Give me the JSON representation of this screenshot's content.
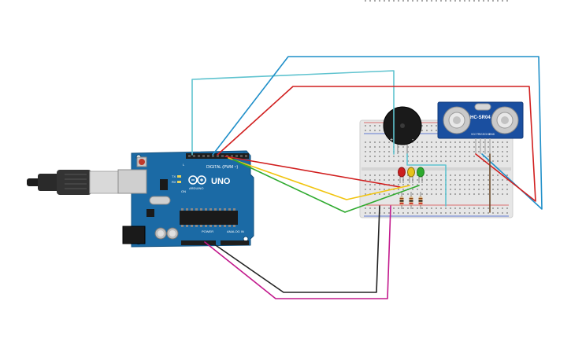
{
  "arduino": {
    "model": "UNO",
    "brand": "ARDUINO",
    "header_digital": "DIGITAL (PWM ~)",
    "header_power": "POWER",
    "header_analog": "ANALOG IN",
    "tx_label": "TX",
    "rx_label": "RX",
    "on_label": "ON",
    "l_label": "L"
  },
  "sensor": {
    "name": "HC-SR04",
    "pins": [
      "VCC",
      "TRIG",
      "ECHO",
      "GND"
    ]
  },
  "buzzer": {
    "plus_label": "+",
    "minus_label": "-"
  },
  "components": {
    "led_colors": [
      "#cc1f1f",
      "#e8c21a",
      "#2eaa2e"
    ]
  },
  "wires": {
    "colors": {
      "red": "#d11f1f",
      "yellow": "#f1c40f",
      "green": "#2faa2f",
      "cyan": "#5fc3cf",
      "blue": "#1f8fc9",
      "black": "#222222",
      "magenta": "#c2188c"
    }
  }
}
